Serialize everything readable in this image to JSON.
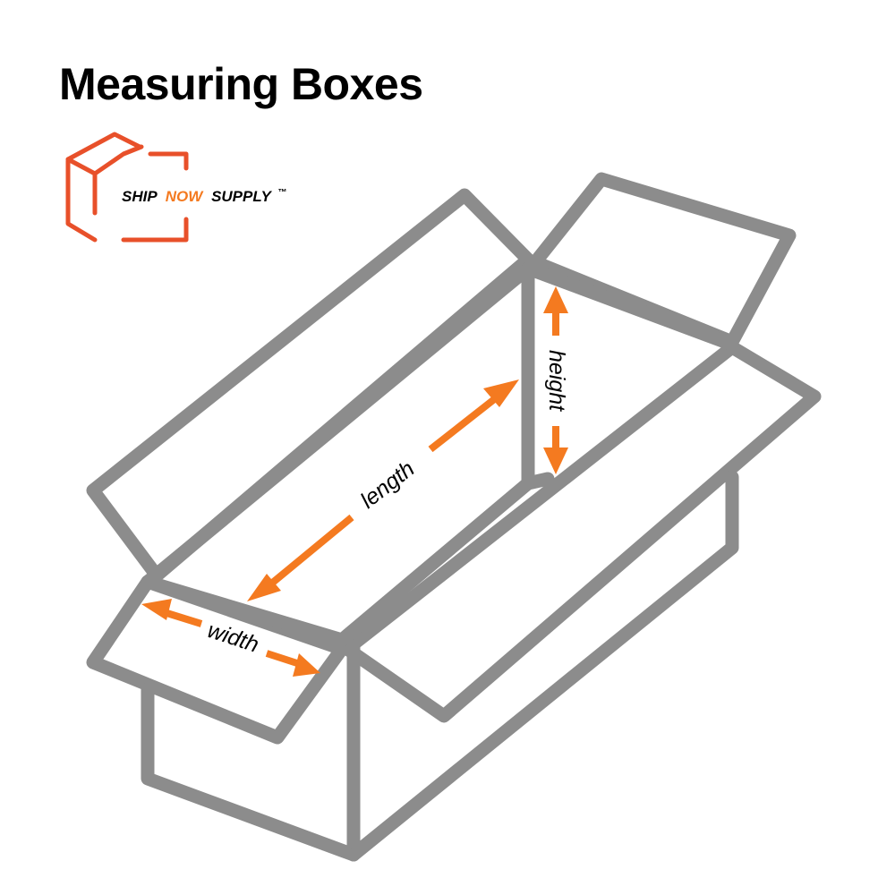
{
  "title": "Measuring Boxes",
  "logo": {
    "word1": "SHIP",
    "word2": "NOW",
    "word3": "SUPPLY",
    "trademark": "™",
    "icon": "open-box-icon"
  },
  "labels": {
    "length": "length",
    "width": "width",
    "height": "height"
  },
  "colors": {
    "accent": "#f47a20",
    "logo_box": "#e8502a",
    "box_outline": "#8c8c8c",
    "text": "#000000"
  }
}
